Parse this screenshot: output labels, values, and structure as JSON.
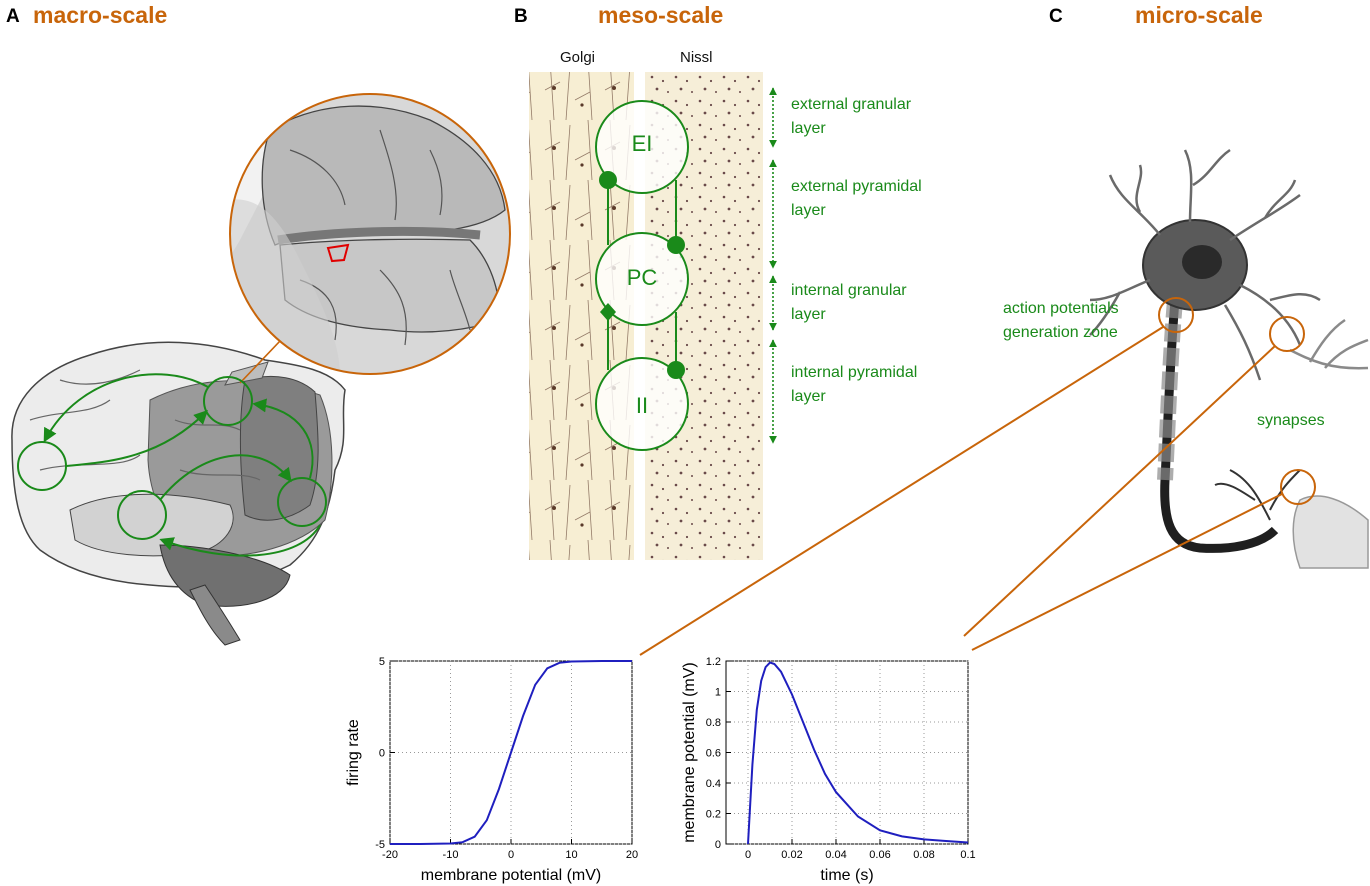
{
  "panels": {
    "a": {
      "letter": "A",
      "title": "macro-scale"
    },
    "b": {
      "letter": "B",
      "title": "meso-scale"
    },
    "c": {
      "letter": "C",
      "title": "micro-scale"
    }
  },
  "meso": {
    "columns": [
      "Golgi",
      "Nissl"
    ],
    "nodes": [
      "EI",
      "PC",
      "II"
    ],
    "layers": [
      [
        "external granular",
        "layer"
      ],
      [
        "external pyramidal",
        "layer"
      ],
      [
        "internal granular",
        "layer"
      ],
      [
        "internal pyramidal",
        "layer"
      ]
    ]
  },
  "micro": {
    "zone_label": [
      "action potentials",
      "generation zone"
    ],
    "synapse_label": "synapses"
  },
  "colors": {
    "accent": "#c8650a",
    "green": "#1a8a1a",
    "curve": "#1f1fbf"
  },
  "chart_data": [
    {
      "type": "line",
      "xlabel": "membrane potential (mV)",
      "ylabel": "firing rate",
      "xlim": [
        -20,
        20
      ],
      "ylim": [
        -5,
        5
      ],
      "xticks": [
        "-20",
        "-10",
        "0",
        "10",
        "20"
      ],
      "yticks": [
        "-5",
        "0",
        "5"
      ],
      "grid": true,
      "series": [
        {
          "x": [
            -20,
            -15,
            -10,
            -8,
            -6,
            -4,
            -2,
            0,
            2,
            4,
            6,
            8,
            10,
            15,
            20
          ],
          "values": [
            -5,
            -5,
            -4.97,
            -4.9,
            -4.6,
            -3.7,
            -2.0,
            0,
            2.0,
            3.7,
            4.6,
            4.9,
            4.97,
            5,
            5
          ]
        }
      ]
    },
    {
      "type": "line",
      "xlabel": "time (s)",
      "ylabel": "membrane potential (mV)",
      "xlim": [
        -0.01,
        0.1
      ],
      "ylim": [
        0,
        1.2
      ],
      "xticks": [
        "0",
        "0.02",
        "0.04",
        "0.06",
        "0.08",
        "0.1"
      ],
      "yticks": [
        "0",
        "0.2",
        "0.4",
        "0.6",
        "0.8",
        "1",
        "1.2"
      ],
      "grid": true,
      "series": [
        {
          "x": [
            0,
            0.002,
            0.004,
            0.006,
            0.008,
            0.01,
            0.012,
            0.015,
            0.02,
            0.025,
            0.03,
            0.035,
            0.04,
            0.05,
            0.06,
            0.07,
            0.08,
            0.09,
            0.1
          ],
          "values": [
            0,
            0.52,
            0.88,
            1.07,
            1.16,
            1.19,
            1.18,
            1.13,
            0.98,
            0.8,
            0.62,
            0.46,
            0.34,
            0.18,
            0.09,
            0.05,
            0.03,
            0.02,
            0.01
          ]
        }
      ]
    }
  ]
}
